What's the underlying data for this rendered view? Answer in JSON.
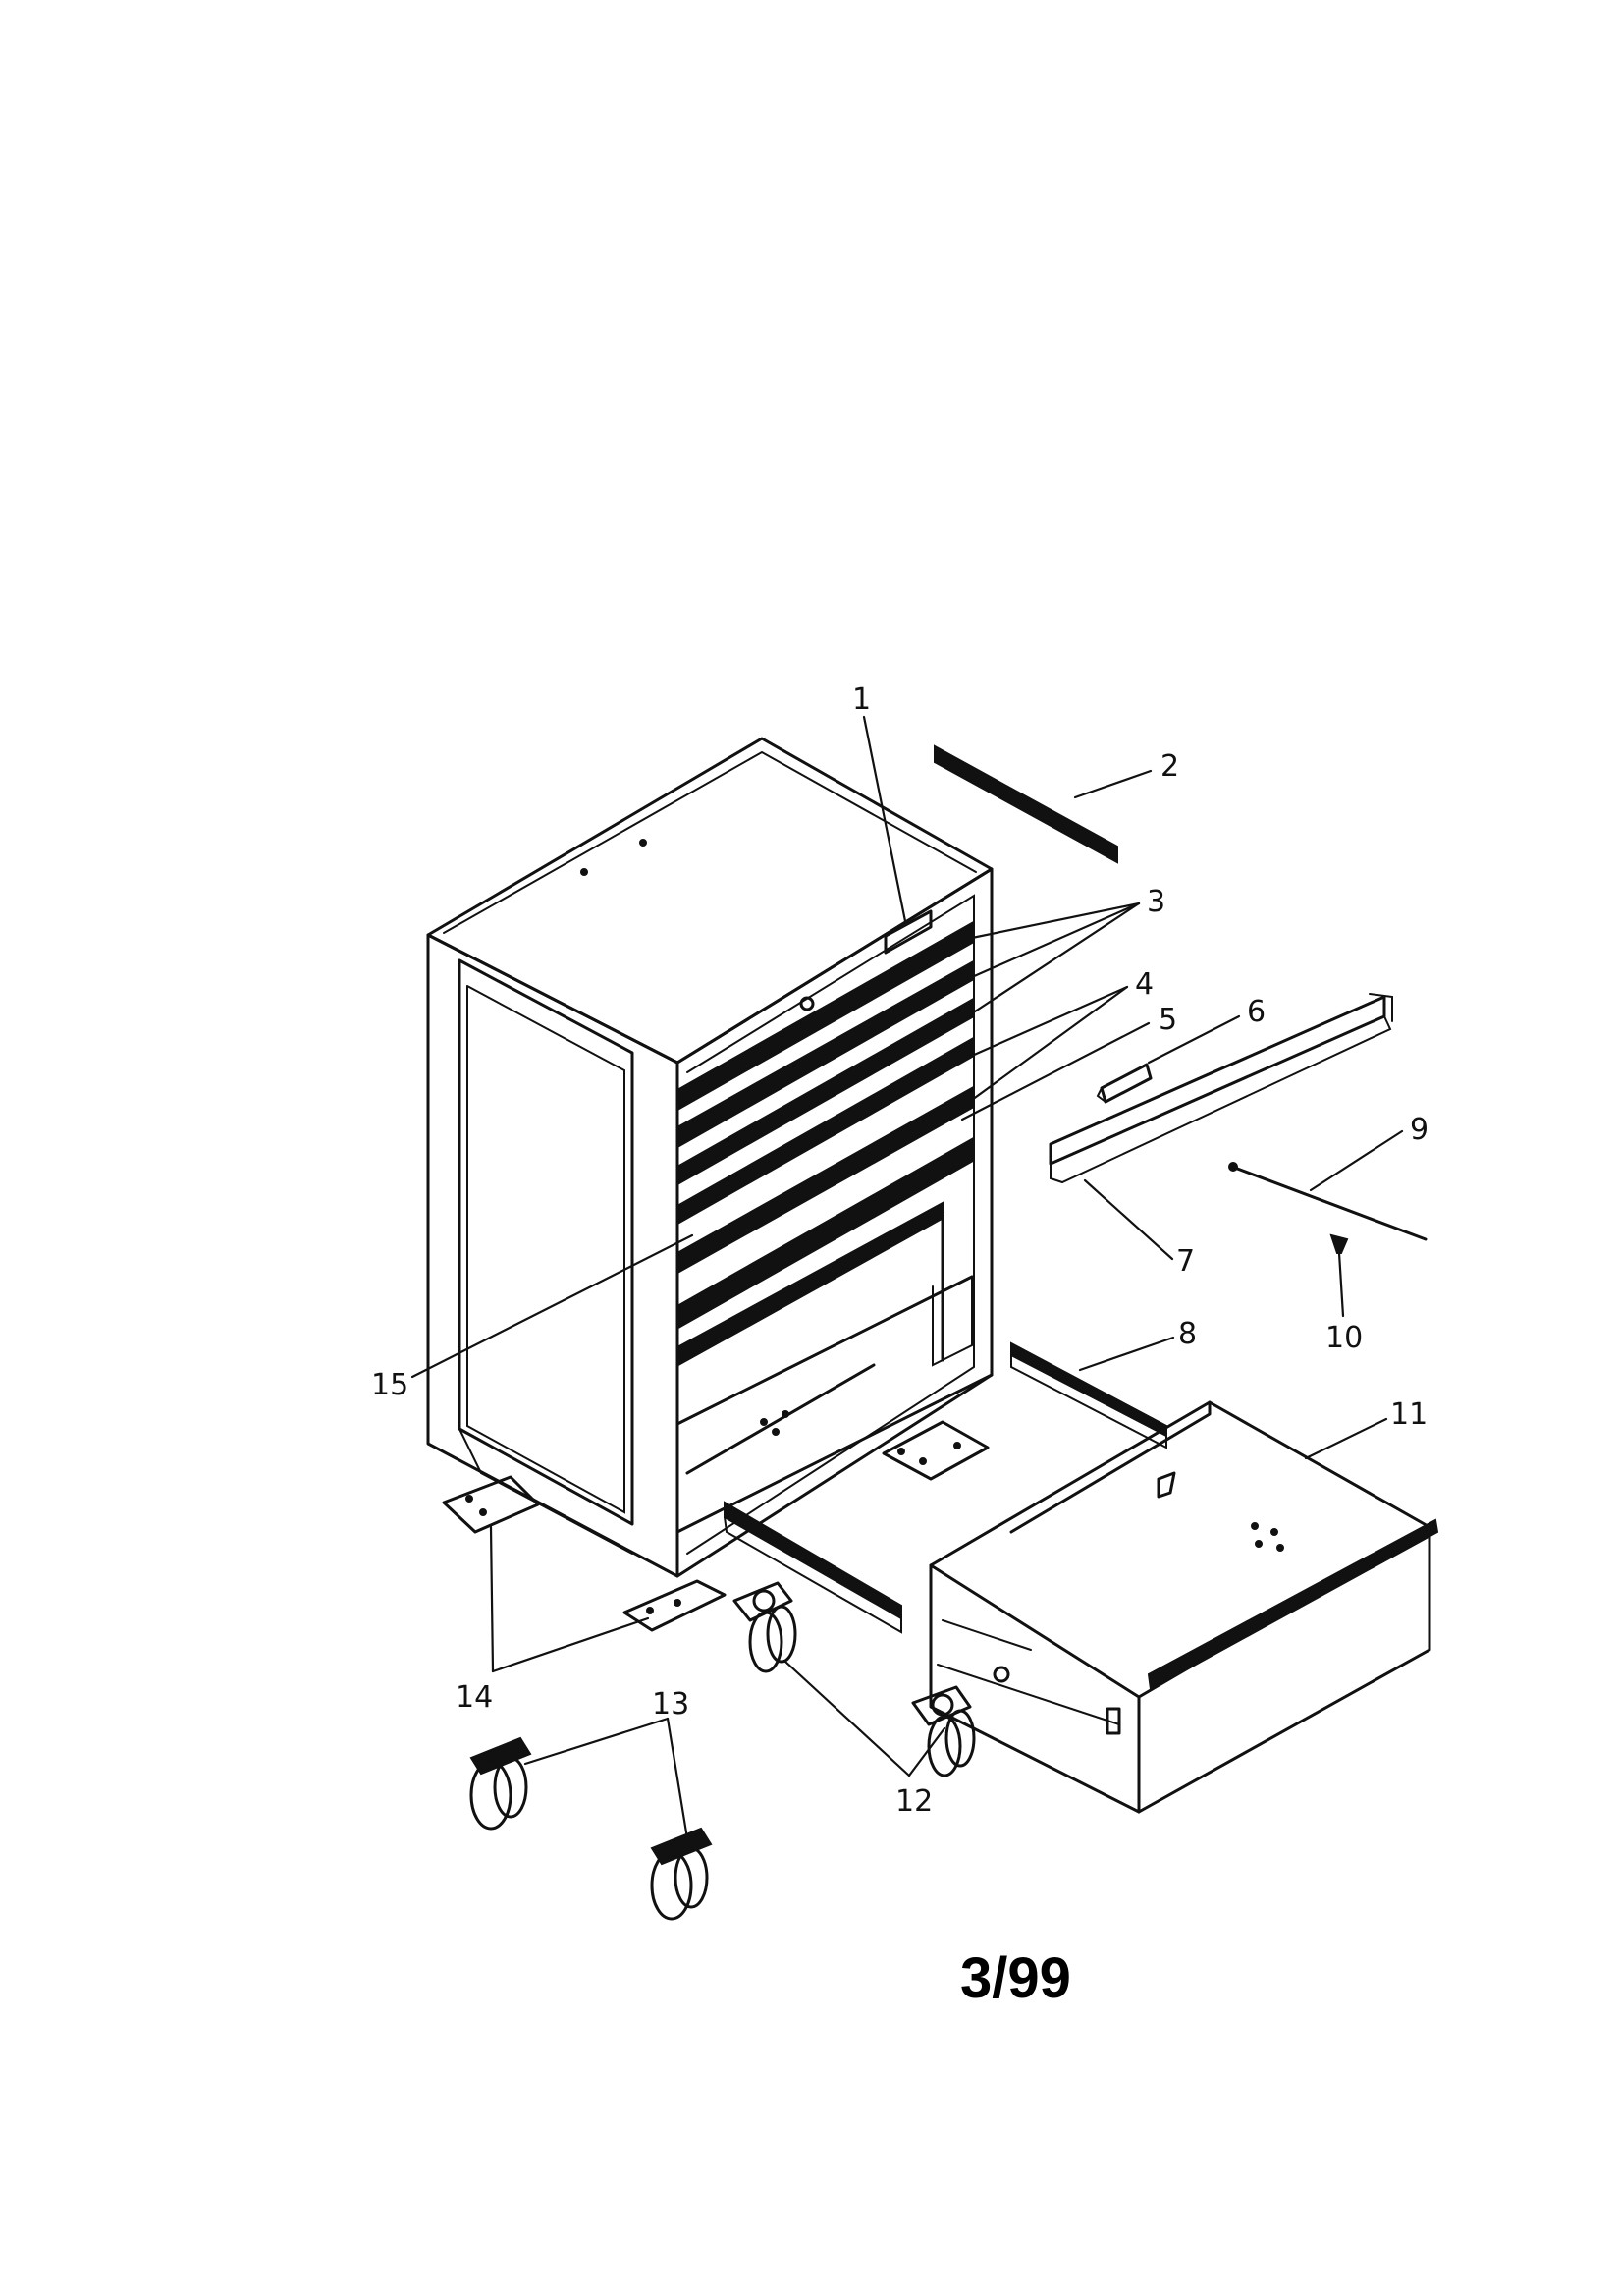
{
  "callouts": [
    {
      "id": "1",
      "text": "1"
    },
    {
      "id": "2",
      "text": "2"
    },
    {
      "id": "3",
      "text": "3"
    },
    {
      "id": "4",
      "text": "4"
    },
    {
      "id": "5",
      "text": "5"
    },
    {
      "id": "6",
      "text": "6"
    },
    {
      "id": "7",
      "text": "7"
    },
    {
      "id": "8",
      "text": "8"
    },
    {
      "id": "9",
      "text": "9"
    },
    {
      "id": "10",
      "text": "10"
    },
    {
      "id": "11",
      "text": "11"
    },
    {
      "id": "12",
      "text": "12"
    },
    {
      "id": "13",
      "text": "13"
    },
    {
      "id": "14",
      "text": "14"
    },
    {
      "id": "15",
      "text": "15"
    }
  ],
  "revision": "3/99"
}
